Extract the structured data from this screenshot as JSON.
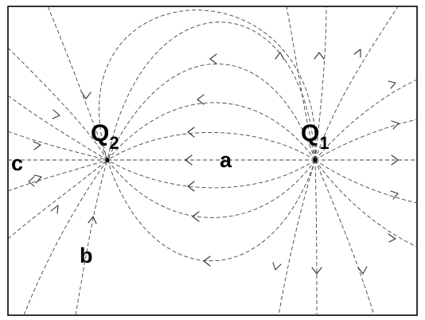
{
  "diagram": {
    "charges": [
      {
        "label": "Q",
        "subscript": "1"
      },
      {
        "label": "Q",
        "subscript": "2"
      }
    ],
    "points": {
      "a": "a",
      "b": "b",
      "c": "c"
    }
  }
}
